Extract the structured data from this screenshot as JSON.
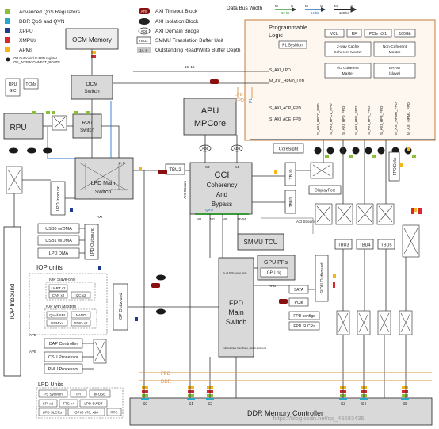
{
  "legend": {
    "items": [
      {
        "label": "Advanced QoS Regulators",
        "color": "#8bbf3a"
      },
      {
        "label": "DDR QoS and QVN",
        "color": "#2aa6c8"
      },
      {
        "label": "XPPU",
        "color": "#1f3b8c"
      },
      {
        "label": "XMPUs",
        "color": "#d8282c"
      },
      {
        "label": "APMs",
        "color": "#f4b41a"
      }
    ],
    "iop_note": "IOP Outbound to FPD register\nIOU_INTERCONNECT_ROUTE",
    "atb": "ATB",
    "atb_label": "AXI Timeout Block",
    "isolation_label": "AXI Isolation Block",
    "adb": "ADB",
    "adb_label": "AXI Domain Bridge",
    "tbu": "TBUx",
    "tbu_label": "SMMU Translation Buffer Unit",
    "depth": "14, 8",
    "depth_label": "Outstanding Read/Write Buffer Depth",
    "bus_width_title": "Data Bus Width",
    "bus_widths": [
      "32-bit",
      "64-bit",
      "128-bit"
    ],
    "bus_width_signals": [
      "M",
      "S"
    ]
  },
  "pl": {
    "title": "Programmable Logic",
    "sysmon": "PL SysMon",
    "vcu": "VCU",
    "rf": "RF",
    "pcie": "PCIe v3.1",
    "ge": "100Gb",
    "cache_master": "2-way Cache Coherent Master",
    "noncoherent": "Non-Coherent Master",
    "io_coherent": "I/O Coherent Master",
    "bram": "BRAM (slave)",
    "s_axi_lpd": "S_AXI_LPD",
    "m_axi_hpm0_lpd": "M_AXI_HPM0_LPD",
    "s_axi_acp_fpd": "S_AXI_ACP_FPD",
    "s_axi_ace_fpd": "S_AXI_ACE_FPD",
    "ports": [
      "S_AXI_HPC0_FPD",
      "S_AXI_HPC1_FPD",
      "S_AXI_HP0_FPD",
      "S_AXI_HP1_FPD",
      "S_AXI_HP2_FPD",
      "S_AXI_HP3_FPD",
      "M_AXI_HPM0_FPD",
      "M_AXI_HPM1_FPD"
    ]
  },
  "blocks": {
    "ocm_memory": "OCM Memory",
    "ocm_switch": "OCM Switch",
    "rpu_gic": "RPU GIC",
    "tcms": "TCMs",
    "rpu": "RPU",
    "rpu_switch": "RPU Switch",
    "lpd_main_switch": "LPD Main Switch",
    "lpd_inbound": "LPD Inbound",
    "apu": "APU MPCore",
    "cci": "CCI Coherency And Bypass",
    "qvn": "QVN",
    "tbu2": "TBU2",
    "tbu0": "TBU0",
    "tbu1": "TBU1",
    "tbu3": "TBU3",
    "tbu4": "TBU4",
    "tbu5": "TBU5",
    "coresight": "CoreSight",
    "displayport": "DisplayPort",
    "fpd_dma": "FPD DMA",
    "smmu_tcu": "SMMU TCU",
    "gpu_pps": "GPU PPs",
    "gpu_clg": "GPU clg",
    "sata": "SATA",
    "pcie": "PCIe",
    "fpd_configs": "FPD configs",
    "fpd_slcrs": "FPD SLCRs",
    "sioU_outbound": "SIOU Outbound",
    "fpd_main_switch": "FPD Main Switch",
    "usb0": "USB0 w/DMA",
    "usb1": "USB1 w/DMA",
    "lpd_dma": "LPD DMA",
    "lpd_outbound": "LPD Outbound",
    "iop_units": "IOP units",
    "iop_slave_only": "IOP Slave-only",
    "uart": "UART x2",
    "can": "CAN x2",
    "i2c": "I2C x2",
    "iop_with_masters": "IOP with Masters",
    "quad_spi": "Quad-SPI",
    "nand": "NAND",
    "gem": "GEM x4",
    "sdio": "SDIO x2",
    "iop_outbound": "IOP Outbound",
    "iop_inbound": "IOP Inbound",
    "dap": "DAP Controller",
    "csu": "CSU Processor",
    "pmu": "PMU Processor",
    "lpd_units": "LPD Units",
    "ps_sysmon": "PS SysMon",
    "ipi": "IPI",
    "efuse": "eFUSE",
    "spi": "SPI x2",
    "ttc": "TTC x4",
    "lpd_swdt": "LPD SWDT",
    "lpd_slcrs": "LPD SLCRs",
    "gpio": "GPIO x78, x96",
    "rtc": "RTC",
    "ddr_controller": "DDR Memory Controller"
  },
  "labels": {
    "apb": "APB",
    "axi": "AXI",
    "axi_stream": "AXI Stream",
    "adb": "ADB",
    "lpd": "LPD",
    "fpd": "FPD",
    "pl": "PL",
    "ddr": "DDR",
    "m2": "M2",
    "m1": "M1",
    "m0": "M0",
    "dvm": "DVM",
    "s0": "S0",
    "s1": "S1",
    "s2": "S2",
    "s3": "S3",
    "s4": "S4",
    "s5": "S5",
    "lpd_note": "To all LPD ports",
    "fpd_note": "To all FPD output ports",
    "full_note": "Full interface from Ports, switch and ports",
    "depth_16_16": "16, 16",
    "depth_8_8": "8, 8",
    "depth_4_4": "4, 4",
    "depth_32_16": "32, 16",
    "depth_8_4": "8, 4",
    "hp_sub": "(hp0)",
    "wm_url": "https://blog.csdn.net/qq_45683435"
  }
}
